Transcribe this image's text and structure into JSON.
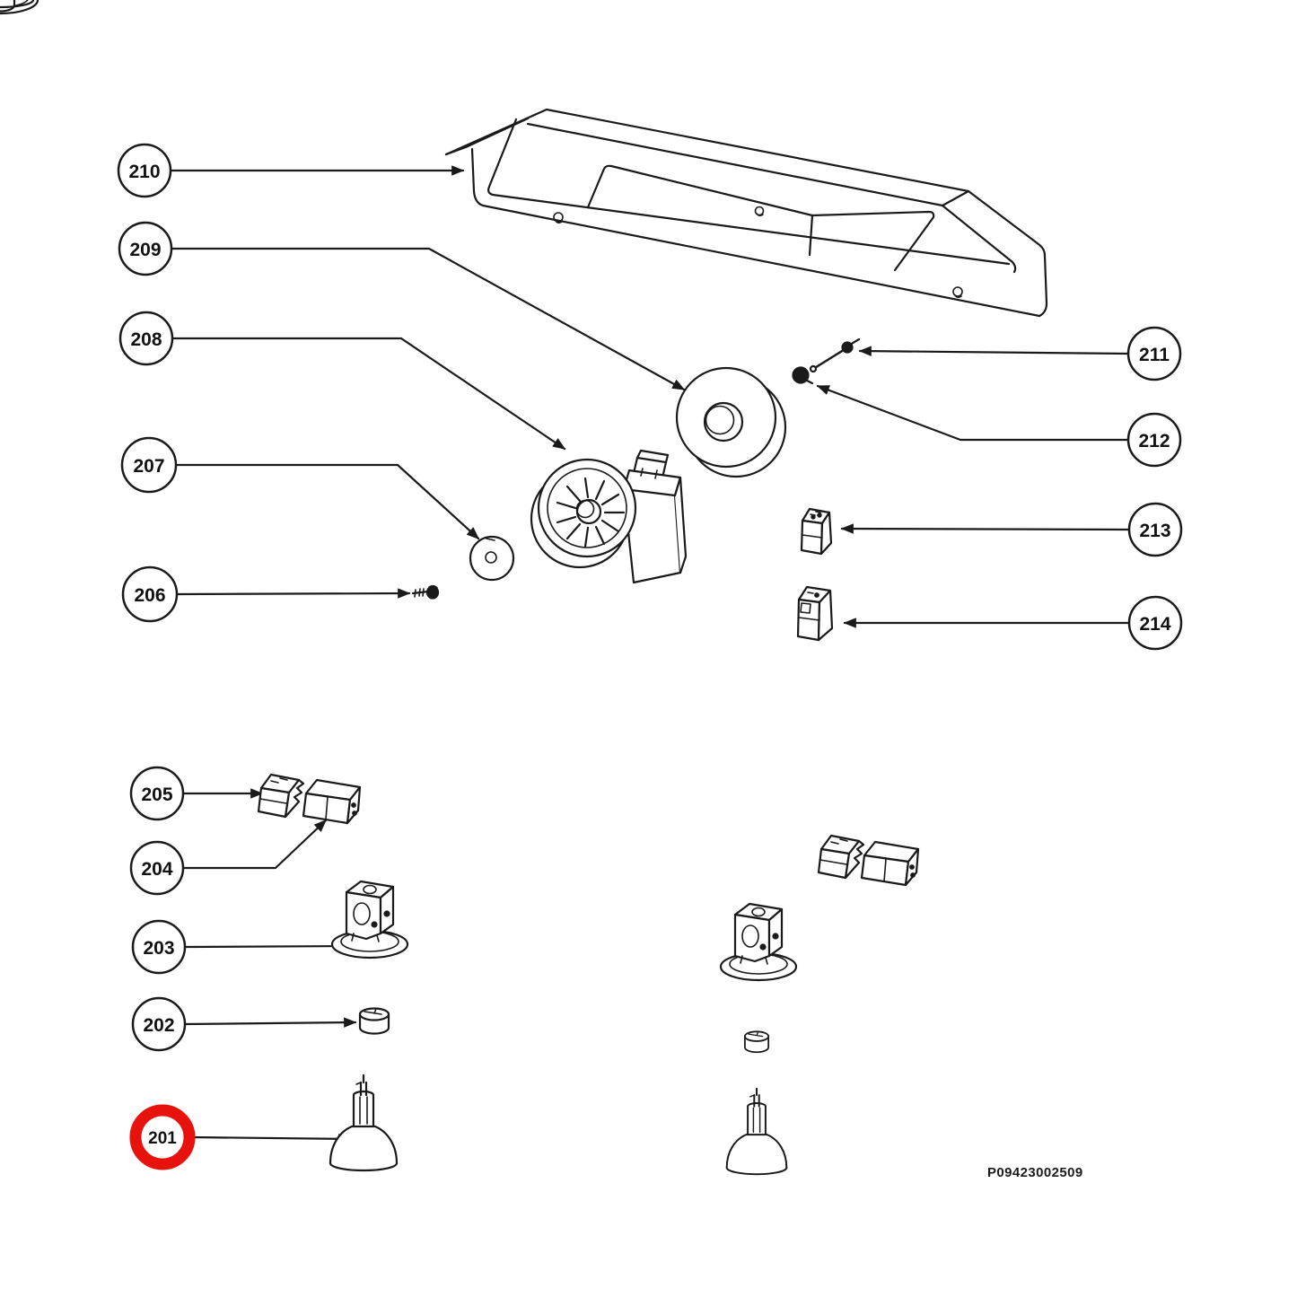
{
  "figure": {
    "type": "exploded-parts-diagram",
    "background_color": "#ffffff",
    "line_color": "#1a1a1a",
    "highlight_color": "#e8120d",
    "part_number_label": "P09423002509"
  },
  "callouts": [
    {
      "label": "210",
      "highlighted": false,
      "part": "top-cover-panel"
    },
    {
      "label": "209",
      "highlighted": false,
      "part": "blower-wheel-ring"
    },
    {
      "label": "208",
      "highlighted": false,
      "part": "fan-motor-assembly"
    },
    {
      "label": "207",
      "highlighted": false,
      "part": "washer-disc"
    },
    {
      "label": "206",
      "highlighted": false,
      "part": "fixing-screw"
    },
    {
      "label": "205",
      "highlighted": false,
      "part": "plug-connector"
    },
    {
      "label": "204",
      "highlighted": false,
      "part": "terminal-block"
    },
    {
      "label": "203",
      "highlighted": false,
      "part": "lamp-socket"
    },
    {
      "label": "202",
      "highlighted": false,
      "part": "lamp-cap"
    },
    {
      "label": "201",
      "highlighted": true,
      "part": "lamp-bulb"
    },
    {
      "label": "211",
      "highlighted": false,
      "part": "shaft-screw"
    },
    {
      "label": "212",
      "highlighted": false,
      "part": "ball-nut"
    },
    {
      "label": "213",
      "highlighted": false,
      "part": "connector-block-small"
    },
    {
      "label": "214",
      "highlighted": false,
      "part": "connector-block-large"
    }
  ]
}
